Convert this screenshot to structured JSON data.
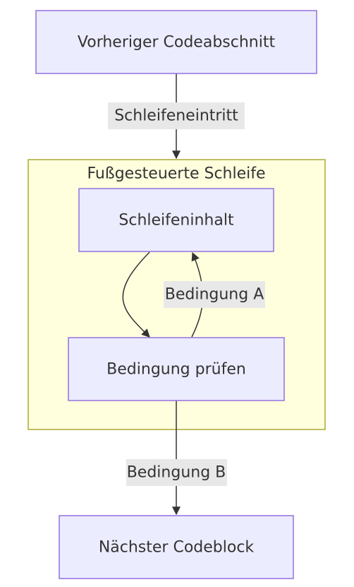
{
  "diagram": {
    "type": "flowchart",
    "nodes": {
      "previous": "Vorheriger Codeabschnitt",
      "body": "Schleifeninhalt",
      "check": "Bedingung prüfen",
      "next": "Nächster Codeblock"
    },
    "cluster": {
      "title": "Fußgesteuerte Schleife"
    },
    "edges": {
      "entry": "Schleifeneintritt",
      "condition_a": "Bedingung A",
      "condition_b": "Bedingung B"
    },
    "colors": {
      "node_fill": "#ECECFF",
      "node_stroke": "#9370DB",
      "cluster_fill": "#FFFFDE",
      "cluster_stroke": "#AAAA33",
      "edge": "#333333",
      "edge_label_bg": "#E8E8E8",
      "text": "#333333"
    }
  }
}
